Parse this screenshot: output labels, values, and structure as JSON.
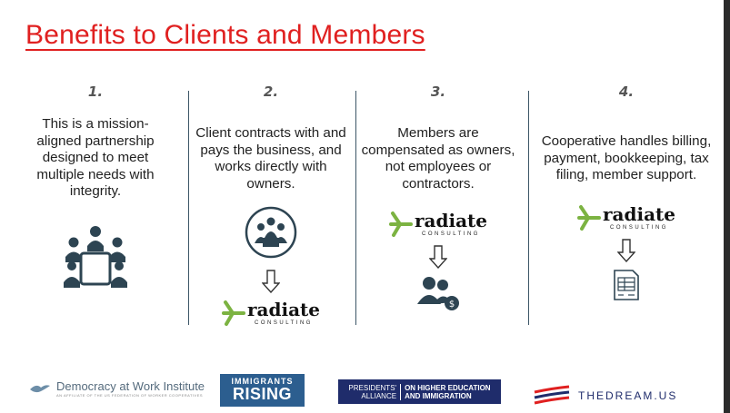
{
  "title": "Benefits to Clients and Members",
  "columns": [
    {
      "number": "1.",
      "text": "This is a mission-aligned partnership designed to meet multiple needs with integrity.",
      "icon": "meeting-table-icon"
    },
    {
      "number": "2.",
      "text": "Client contracts with and pays the business, and works directly with owners.",
      "icon": "group-people-icon"
    },
    {
      "number": "3.",
      "text": "Members are compensated as owners, not employees or contractors.",
      "icon": "members-payment-icon"
    },
    {
      "number": "4.",
      "text": "Cooperative handles billing, payment, bookkeeping, tax filing, member support.",
      "icon": "invoice-document-icon"
    }
  ],
  "radiate": {
    "word": "radiate",
    "sub": "CONSULTING"
  },
  "logos": {
    "dwi": "Democracy at Work Institute",
    "dwi_sub": "AN AFFILIATE OF THE US FEDERATION OF WORKER COOPERATIVES",
    "ir_top": "IMMIGRANTS",
    "ir_bottom": "RISING",
    "pa_left1": "PRESIDENTS'",
    "pa_left2": "ALLIANCE",
    "pa_right1": "ON HIGHER EDUCATION",
    "pa_right2": "AND IMMIGRATION",
    "td": "THEDREAM.US"
  },
  "colors": {
    "title": "#e02020",
    "radiate_green": "#7cb342",
    "accent": "#2c5e8f"
  }
}
